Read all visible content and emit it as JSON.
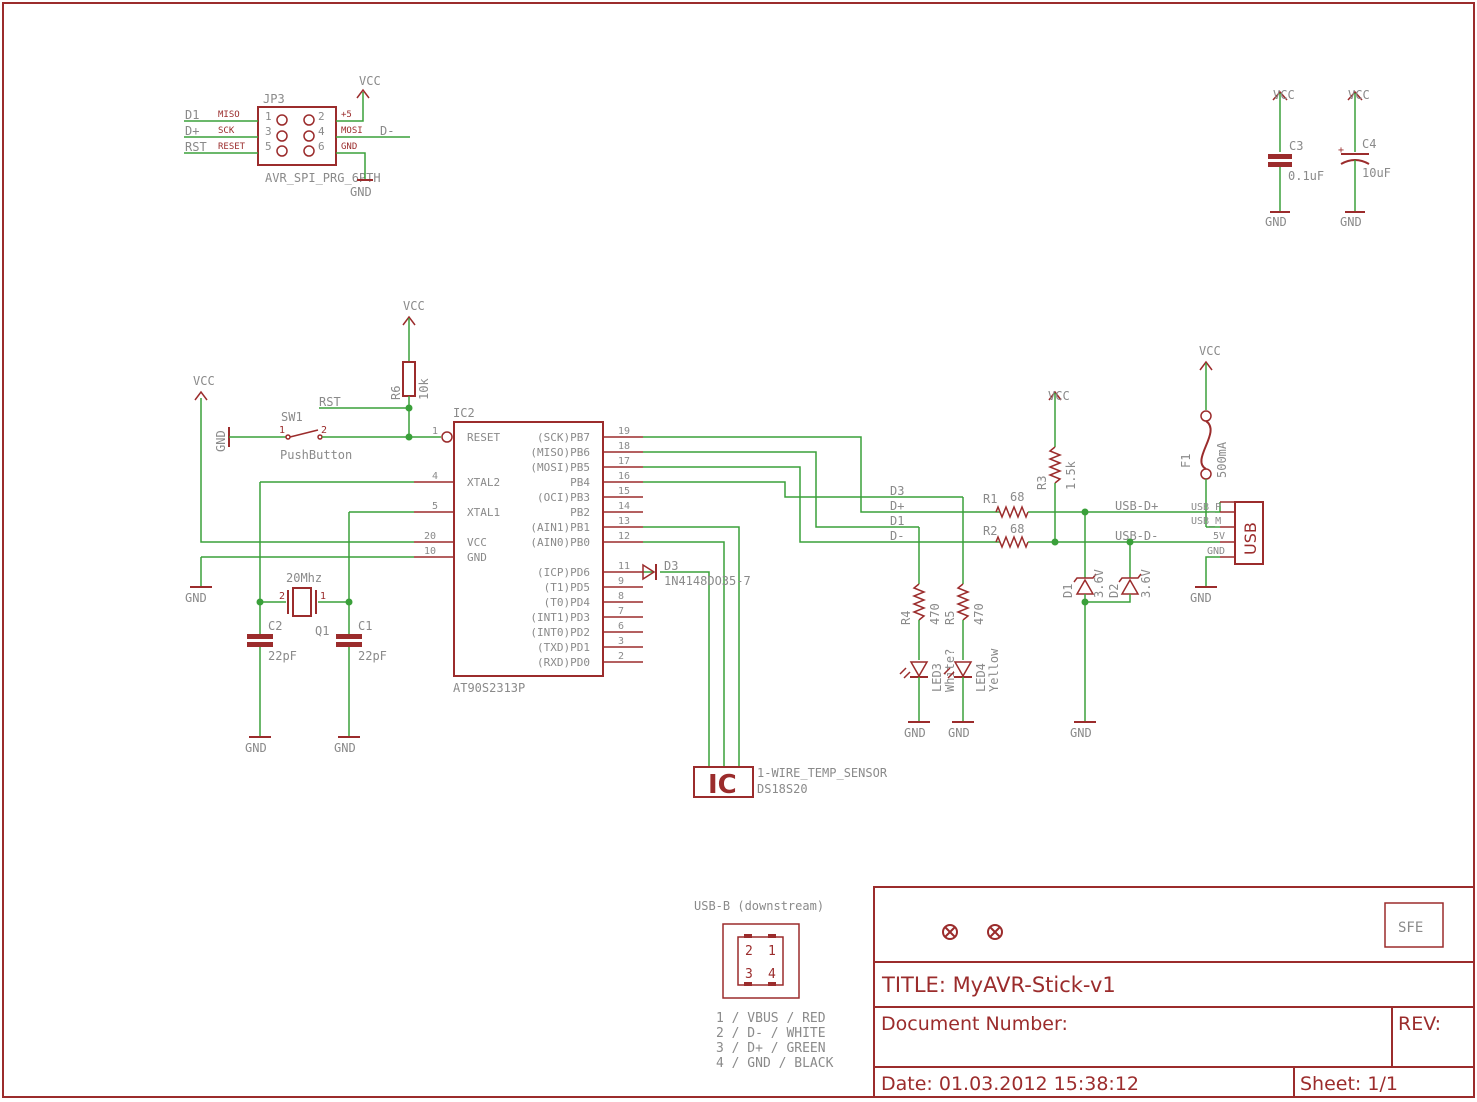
{
  "colors": {
    "symbol": "#9b2c2c",
    "wire": "#3aa03a",
    "label": "#8a8a8a",
    "background": "#ffffff"
  },
  "jp3": {
    "name": "JP3",
    "value": "AVR_SPI_PRG_6PTH",
    "pins_left": [
      "1",
      "3",
      "5"
    ],
    "pins_right": [
      "2",
      "4",
      "6"
    ],
    "sig_left": [
      "MISO",
      "SCK",
      "RESET"
    ],
    "sig_right": [
      "+5",
      "MOSI",
      "GND"
    ],
    "net_left": [
      "D1",
      "D+",
      "RST"
    ],
    "net_right": "D-"
  },
  "nets": {
    "vcc": "VCC",
    "gnd": "GND",
    "rst": "RST",
    "d_plus": "D+",
    "d_minus": "D-",
    "d1": "D1",
    "d3": "D3",
    "usb_d_plus": "USB-D+",
    "usb_d_minus": "USB-D-"
  },
  "c3": {
    "name": "C3",
    "value": "0.1uF"
  },
  "c4": {
    "name": "C4",
    "value": "10uF",
    "polarity": "+"
  },
  "r6": {
    "name": "R6",
    "value": "10k"
  },
  "sw1": {
    "name": "SW1",
    "value": "PushButton",
    "pin1": "1",
    "pin2": "2"
  },
  "ic2": {
    "name": "IC2",
    "value": "AT90S2313P",
    "left_pins": [
      {
        "num": "1",
        "name": "RESET"
      },
      {
        "num": "4",
        "name": "XTAL2"
      },
      {
        "num": "5",
        "name": "XTAL1"
      },
      {
        "num": "20",
        "name": "VCC"
      },
      {
        "num": "10",
        "name": "GND"
      }
    ],
    "right_pins": [
      {
        "num": "19",
        "name": "(SCK)PB7"
      },
      {
        "num": "18",
        "name": "(MISO)PB6"
      },
      {
        "num": "17",
        "name": "(MOSI)PB5"
      },
      {
        "num": "16",
        "name": "PB4"
      },
      {
        "num": "15",
        "name": "(OCI)PB3"
      },
      {
        "num": "14",
        "name": "PB2"
      },
      {
        "num": "13",
        "name": "(AIN1)PB1"
      },
      {
        "num": "12",
        "name": "(AIN0)PB0"
      },
      {
        "num": "11",
        "name": "(ICP)PD6"
      },
      {
        "num": "9",
        "name": "(T1)PD5"
      },
      {
        "num": "8",
        "name": "(T0)PD4"
      },
      {
        "num": "7",
        "name": "(INT1)PD3"
      },
      {
        "num": "6",
        "name": "(INT0)PD2"
      },
      {
        "num": "3",
        "name": "(TXD)PD1"
      },
      {
        "num": "2",
        "name": "(RXD)PD0"
      }
    ]
  },
  "q1": {
    "name": "Q1",
    "value": "20Mhz",
    "pin1": "1",
    "pin2": "2"
  },
  "c1": {
    "name": "C1",
    "value": "22pF"
  },
  "c2": {
    "name": "C2",
    "value": "22pF"
  },
  "d3": {
    "name": "D3",
    "value": "1N4148DO35-7"
  },
  "sensor": {
    "symbol": "IC",
    "name": "1-WIRE_TEMP_SENSOR",
    "value": "DS18S20"
  },
  "r1": {
    "name": "R1",
    "value": "68"
  },
  "r2": {
    "name": "R2",
    "value": "68"
  },
  "r3": {
    "name": "R3",
    "value": "1.5k"
  },
  "r4": {
    "name": "R4",
    "value": "470"
  },
  "r5": {
    "name": "R5",
    "value": "470"
  },
  "led3": {
    "name": "LED3",
    "value": "White?"
  },
  "led4": {
    "name": "LED4",
    "value": "Yellow"
  },
  "d1": {
    "name": "D1",
    "value": "3.6V"
  },
  "d2": {
    "name": "D2",
    "value": "3.6V"
  },
  "f1": {
    "name": "F1",
    "value": "500mA"
  },
  "usb": {
    "name": "USB",
    "pins": [
      "USB_P",
      "USB_M",
      "5V",
      "GND"
    ]
  },
  "usb_b": {
    "title": "USB-B (downstream)",
    "pins": [
      "2",
      "1",
      "3",
      "4"
    ],
    "legend": [
      "1 / VBUS / RED",
      "2 / D- / WHITE",
      "3 / D+ / GREEN",
      "4 / GND / BLACK"
    ]
  },
  "title_block": {
    "logo": "SFE",
    "title": "TITLE: MyAVR-Stick-v1",
    "doc_number": "Document Number:",
    "rev": "REV:",
    "date": "Date: 01.03.2012 15:38:12",
    "sheet": "Sheet: 1/1"
  }
}
